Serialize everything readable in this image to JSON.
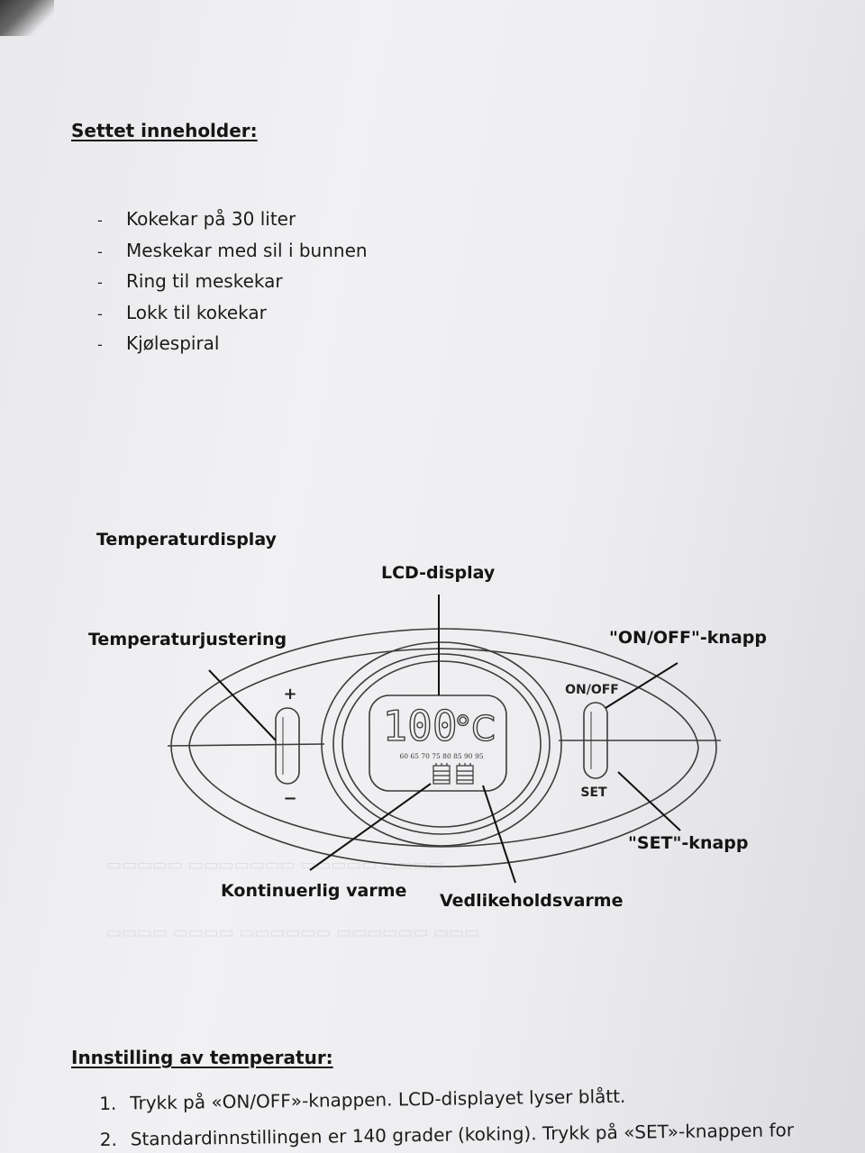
{
  "contents": {
    "heading": "Settet inneholder:",
    "items": [
      "Kokekar på 30 liter",
      "Meskekar med sil i bunnen",
      "Ring til meskekar",
      "Lokk til kokekar",
      "Kjølespiral"
    ],
    "bullet": "-"
  },
  "diagram": {
    "title": "Temperaturdisplay",
    "labels": {
      "lcd": "LCD-display",
      "temp_adjust": "Temperaturjustering",
      "on_off_button": "\"ON/OFF\"-knapp",
      "set_button": "\"SET\"-knapp",
      "continuous_heat": "Kontinuerlig varme",
      "maintenance_heat": "Vedlikeholdsvarme"
    },
    "panel": {
      "plus": "+",
      "minus": "−",
      "on_off": "ON/OFF",
      "set": "SET",
      "temperature": "100",
      "unit": "°C",
      "scale": "60 65 70 75 80 85 90 95"
    }
  },
  "settings": {
    "heading": "Innstilling av temperatur:",
    "steps": [
      {
        "num": "1.",
        "text": "Trykk på «ON/OFF»-knappen. LCD-displayet lyser blått."
      },
      {
        "num": "2.",
        "text": "Standardinnstillingen er 140 grader (koking). Trykk på «SET»-knappen for"
      }
    ]
  },
  "colors": {
    "paper": "#eeeef0",
    "ink": "#161616",
    "line_art": "#3a3a3a"
  }
}
